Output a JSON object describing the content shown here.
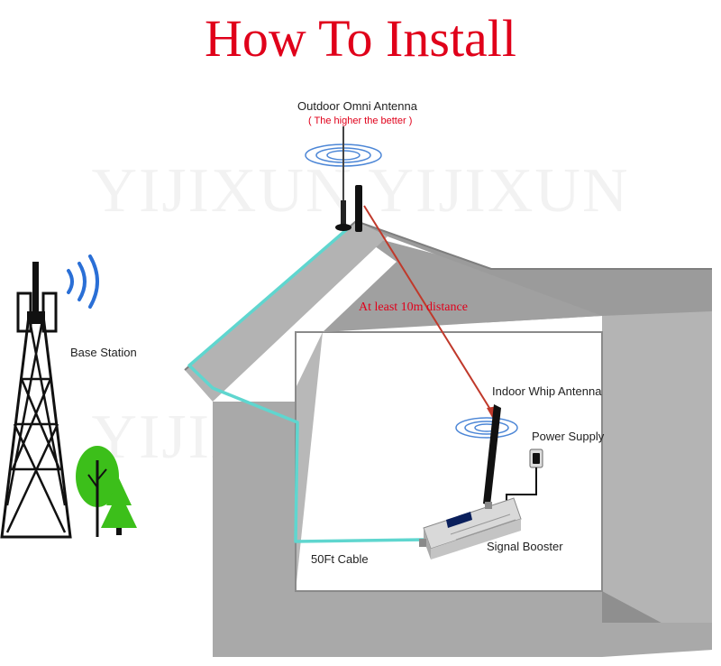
{
  "title": "How To Install",
  "watermark": "YIJIXUN YIJIXUN",
  "labels": {
    "outdoor_antenna": "Outdoor Omni Antenna",
    "outdoor_antenna_note": "( The higher the better )",
    "base_station": "Base Station",
    "distance": "At least 10m distance",
    "indoor_antenna": "Indoor Whip Antenna",
    "power_supply": "Power Supply",
    "signal_booster": "Signal Booster",
    "cable": "50Ft Cable"
  },
  "colors": {
    "title": "#e0001a",
    "cable": "#5fd6cf",
    "arrow": "#c0392b",
    "signal_wave": "#2a6fd6",
    "tree": "#3cbf1a",
    "house_wall": "#a6a6a6"
  },
  "icons": [
    "base-station-tower-icon",
    "signal-wave-icon",
    "tree-icon",
    "antenna-icon",
    "power-plug-icon",
    "signal-booster-device-icon"
  ]
}
